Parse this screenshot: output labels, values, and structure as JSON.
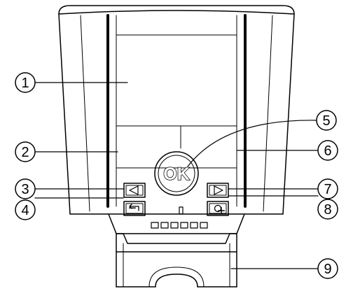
{
  "buttons": {
    "ok_label": "OK",
    "minus_label": "−",
    "plus_label": "+"
  },
  "callouts": [
    {
      "id": "1",
      "label": "1"
    },
    {
      "id": "2",
      "label": "2"
    },
    {
      "id": "3",
      "label": "3"
    },
    {
      "id": "4",
      "label": "4"
    },
    {
      "id": "5",
      "label": "5"
    },
    {
      "id": "6",
      "label": "6"
    },
    {
      "id": "7",
      "label": "7"
    },
    {
      "id": "8",
      "label": "8"
    },
    {
      "id": "9",
      "label": "9"
    }
  ],
  "colors": {
    "line": "#000000",
    "background": "#ffffff"
  }
}
